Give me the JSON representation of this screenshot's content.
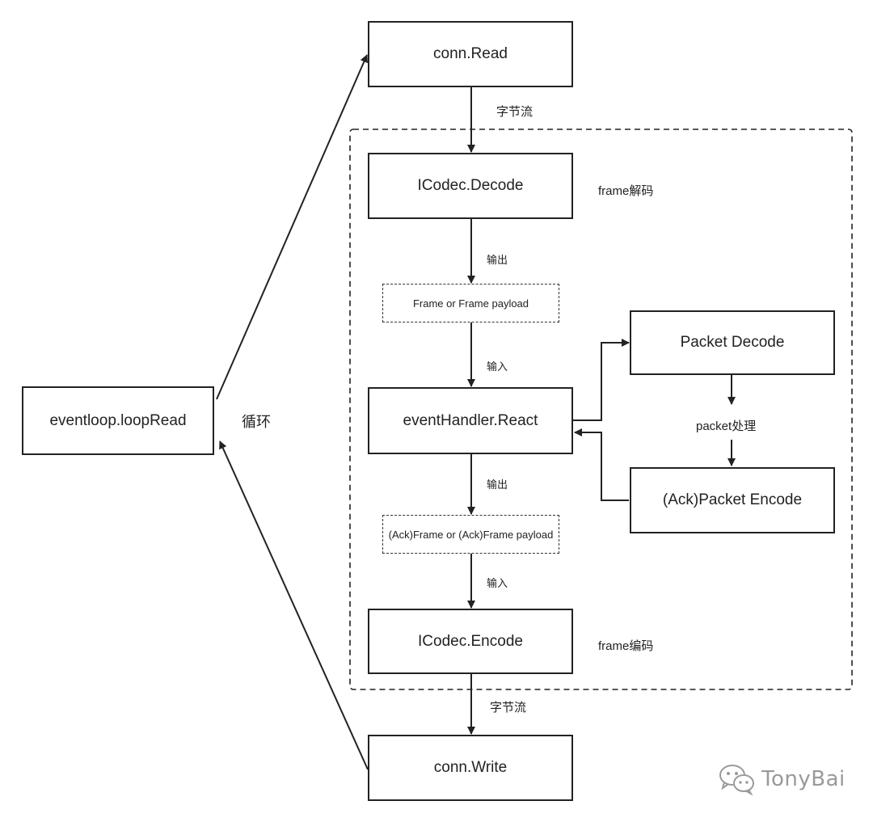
{
  "boxes": {
    "conn_read": "conn.Read",
    "codec_decode": "ICodec.Decode",
    "frame_payload": "Frame or Frame payload",
    "event_react": "eventHandler.React",
    "ack_frame": "(Ack)Frame or (Ack)Frame payload",
    "codec_encode": "ICodec.Encode",
    "conn_write": "conn.Write",
    "eventloop": "eventloop.loopRead",
    "packet_decode": "Packet Decode",
    "packet_encode": "(Ack)Packet Encode"
  },
  "labels": {
    "bytes_top": "字节流",
    "frame_decode": "frame解码",
    "output_1": "输出",
    "input_1": "输入",
    "packet_process": "packet处理",
    "output_2": "输出",
    "input_2": "输入",
    "frame_encode": "frame编码",
    "bytes_bottom": "字节流",
    "loop": "循环"
  },
  "watermark": {
    "text": "TonyBai",
    "icon": "wechat-icon"
  },
  "colors": {
    "stroke": "#222222",
    "watermark": "#9a9a9a"
  }
}
